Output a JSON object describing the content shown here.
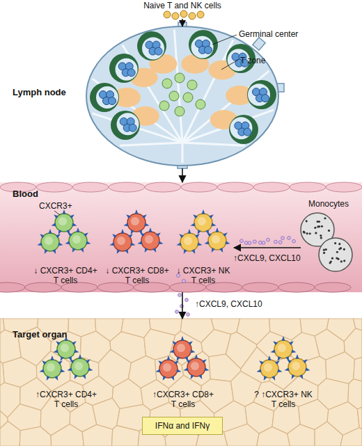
{
  "diagram": {
    "nodes": [
      {
        "text": [
          "Lymph node"
        ]
      },
      {
        "text": [
          "Blood"
        ]
      },
      {
        "text": [
          "↓ CXCR3+ CD4+ T cells"
        ],
        "in": 1
      },
      {
        "text": [
          "↓ CXCR3+ CD8+ T cells"
        ],
        "in": 1
      },
      {
        "text": [
          "↓ CXCR3+ NK T cells"
        ],
        "in": 1
      },
      {
        "text": [
          "Monocytes"
        ],
        "in": 1
      },
      {
        "text": [
          "Target organ"
        ]
      },
      {
        "text": [
          "↑CXCR3+ CD4+ T cells"
        ],
        "in": 6
      },
      {
        "text": [
          "↑CXCR3+ CD8+ T cells"
        ],
        "in": 6
      },
      {
        "text": [
          "? ↑CXCR3+ NK T cells"
        ],
        "in": 6
      },
      {
        "text": [
          "IFNα and IFNγ"
        ],
        "in": 6
      }
    ],
    "edges": [
      {
        "from": 0,
        "to": 1,
        "arrow": "to"
      },
      {
        "from": 5,
        "to": 4,
        "label": "↑CXCL9, CXCL10",
        "arrow": "to"
      },
      {
        "from": 1,
        "to": 6,
        "label": "↑CXCL9, CXCL10",
        "arrow": "to"
      }
    ],
    "labels": [
      "Naive T and NK cells",
      "Germinal center",
      "T zone",
      "CXCR3+"
    ]
  }
}
